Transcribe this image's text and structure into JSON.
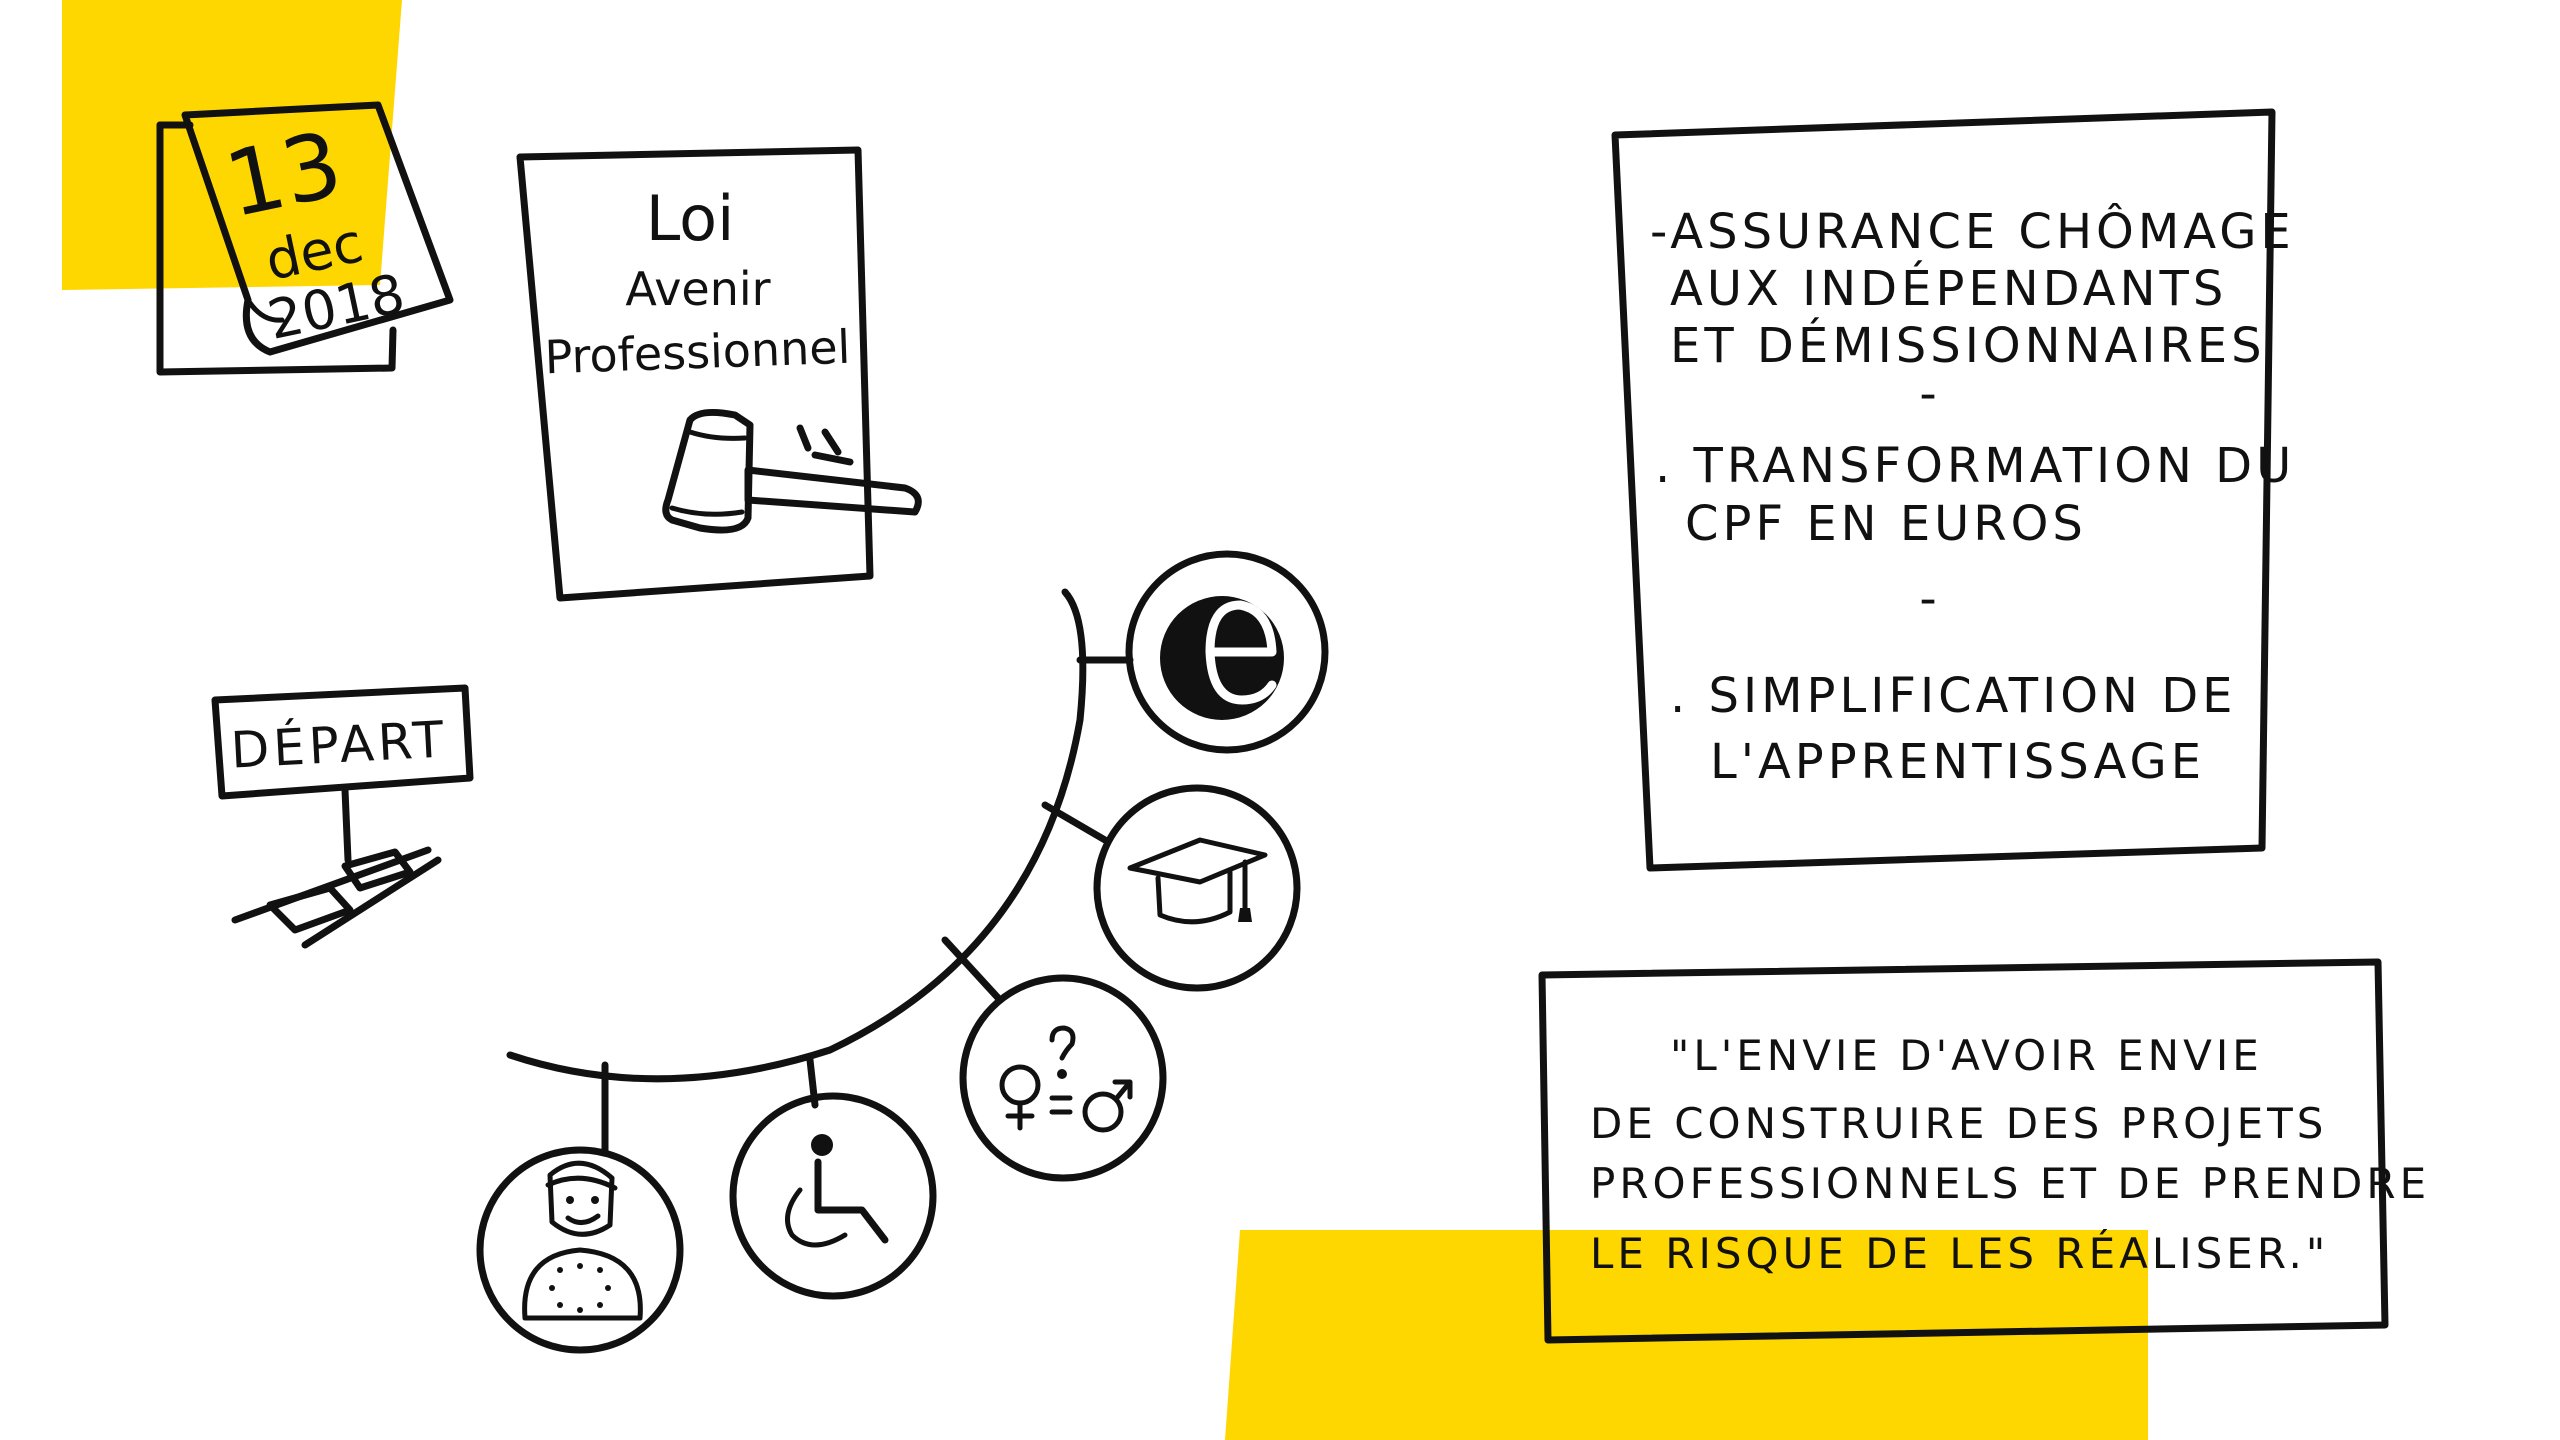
{
  "colors": {
    "accent": "#FFD700",
    "ink": "#111111",
    "paper": "#FFFFFF"
  },
  "calendar": {
    "day": "13",
    "month": "dec",
    "year": "2018"
  },
  "law_doc": {
    "line1": "Loi",
    "line2": "Avenir",
    "line3": "Professionnel",
    "icon": "gavel-icon"
  },
  "start_sign": {
    "label": "DÉPART"
  },
  "arc_icons": [
    {
      "name": "euro-icon"
    },
    {
      "name": "graduation-cap-icon"
    },
    {
      "name": "gender-equality-icon"
    },
    {
      "name": "wheelchair-icon"
    },
    {
      "name": "european-person-icon"
    }
  ],
  "measures_box": {
    "item1_l1": "-ASSURANCE CHÔMAGE",
    "item1_l2": "AUX INDÉPENDANTS",
    "item1_l3": "ET DÉMISSIONNAIRES",
    "sep1": "-",
    "item2_l1": ". TRANSFORMATION DU",
    "item2_l2": "CPF EN EUROS",
    "sep2": "-",
    "item3_l1": ". SIMPLIFICATION DE",
    "item3_l2": "L'APPRENTISSAGE"
  },
  "quote_box": {
    "line1": "\"L'ENVIE D'AVOIR ENVIE",
    "line2": "DE CONSTRUIRE DES PROJETS",
    "line3": "PROFESSIONNELS ET DE PRENDRE",
    "line4": "LE RISQUE DE LES RÉALISER.\""
  }
}
